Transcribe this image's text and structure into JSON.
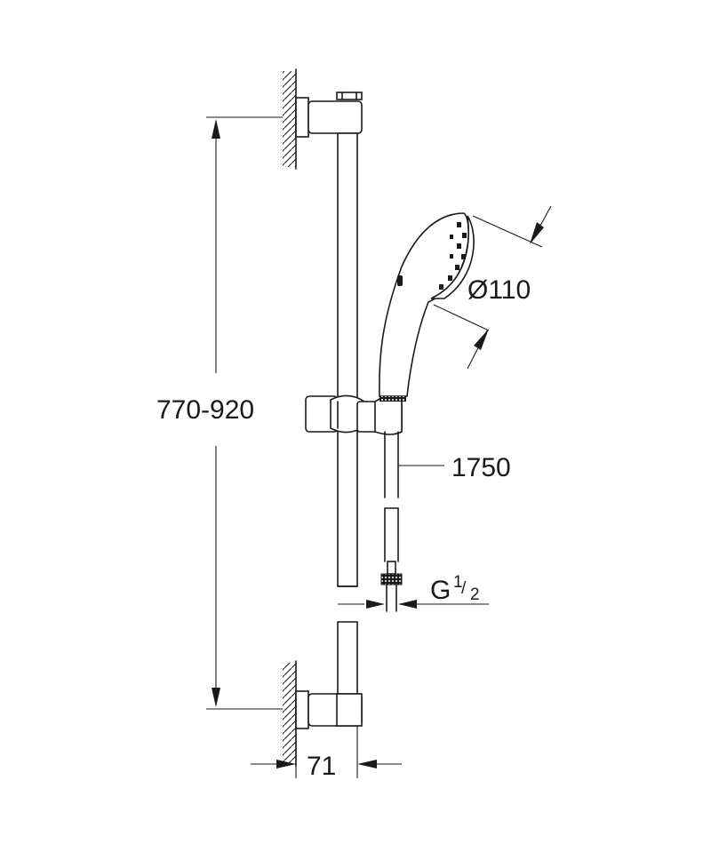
{
  "dimensions": {
    "height_range": "770-920",
    "head_diameter": "Ø110",
    "hose_length": "1750",
    "thread": {
      "prefix": "G",
      "numerator": "1",
      "slash": "/",
      "denominator": "2"
    },
    "wall_offset": "71"
  },
  "colors": {
    "line": "#1a1a1a",
    "background": "#ffffff"
  }
}
